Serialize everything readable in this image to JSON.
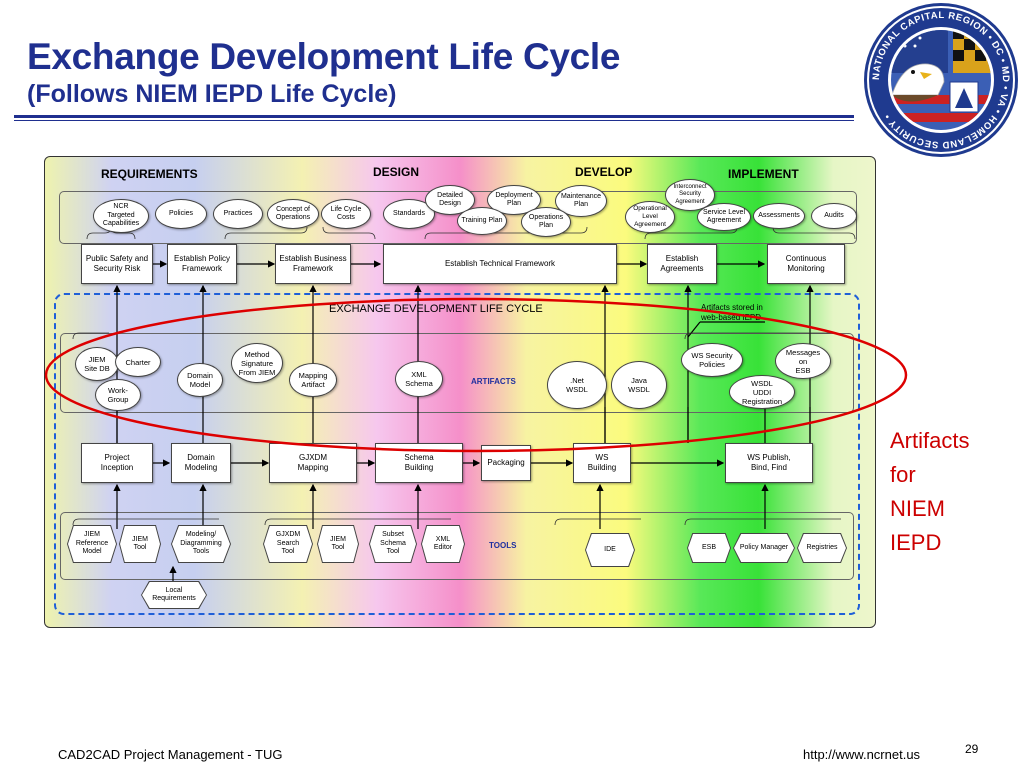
{
  "title": "Exchange Development Life Cycle",
  "subtitle": "(Follows NIEM IEPD Life Cycle)",
  "seal": {
    "text": "NATIONAL CAPITAL REGION • DC • MD • VA • HOMELAND SECURITY •",
    "colors": {
      "outer": "#1f3a8f",
      "ring": "#ffffff",
      "text": "#1f3a8f"
    }
  },
  "phases": [
    "REQUIREMENTS",
    "DESIGN",
    "DEVELOP",
    "IMPLEMENT"
  ],
  "requirements_ovals": [
    "NCR\nTargeted\nCapabilities",
    "Policies",
    "Practices",
    "Concept of\nOperations",
    "Life Cycle\nCosts",
    "Standards",
    "Detailed\nDesign",
    "Deployment\nPlan",
    "Training Plan",
    "Maintenance\nPlan",
    "Operations\nPlan",
    "Interconnect\nSecurity\nAgreement",
    "Operational\nLevel\nAgreement",
    "Service Level\nAgreement",
    "Assessments",
    "Audits"
  ],
  "framework_boxes": [
    "Public Safety and\nSecurity Risk",
    "Establish Policy\nFramework",
    "Establish Business\nFramework",
    "Establish Technical Framework",
    "Establish\nAgreements",
    "Continuous\nMonitoring"
  ],
  "lifecycle_label": "EXCHANGE DEVELOPMENT LIFE CYCLE",
  "artifacts_stored_note": "Artifacts stored in\nweb-based IEPD",
  "artifacts_label": "ARTIFACTS",
  "artifact_ovals": [
    "JIEM\nSite DB",
    "Charter",
    "Work-\nGroup",
    "Domain\nModel",
    "Method\nSignature\nFrom JIEM",
    "Mapping\nArtifact",
    "XML\nSchema",
    ".Net\nWSDL",
    "Java\nWSDL",
    "WS Security\nPolicies",
    "Messages\non\nESB",
    "WSDL\nUDDI\nRegistration"
  ],
  "process_boxes": [
    "Project\nInception",
    "Domain\nModeling",
    "GJXDM\nMapping",
    "Schema\nBuilding",
    "Packaging",
    "WS\nBuilding",
    "WS Publish,\nBind, Find"
  ],
  "tools_label": "TOOLS",
  "tools": [
    "JIEM\nReference\nModel",
    "JIEM\nTool",
    "Modeling/\nDiagramming\nTools",
    "GJXDM\nSearch\nTool",
    "JIEM\nTool",
    "Subset\nSchema\nTool",
    "XML\nEditor",
    "IDE",
    "ESB",
    "Policy Manager",
    "Registries"
  ],
  "local_requirements": "Local\nRequirements",
  "artifacts_callout": "Artifacts\nfor\nNIEM\nIEPD",
  "footer_left": "CAD2CAD Project Management - TUG",
  "footer_right": "http://www.ncrnet.us",
  "page_number": "29",
  "colors": {
    "title": "#1f2f8f",
    "highlight_ellipse": "#dd0000",
    "callout": "#cc0000",
    "lifecycle_dash": "#1f5fd8",
    "label_blue": "#1f2f9f"
  }
}
